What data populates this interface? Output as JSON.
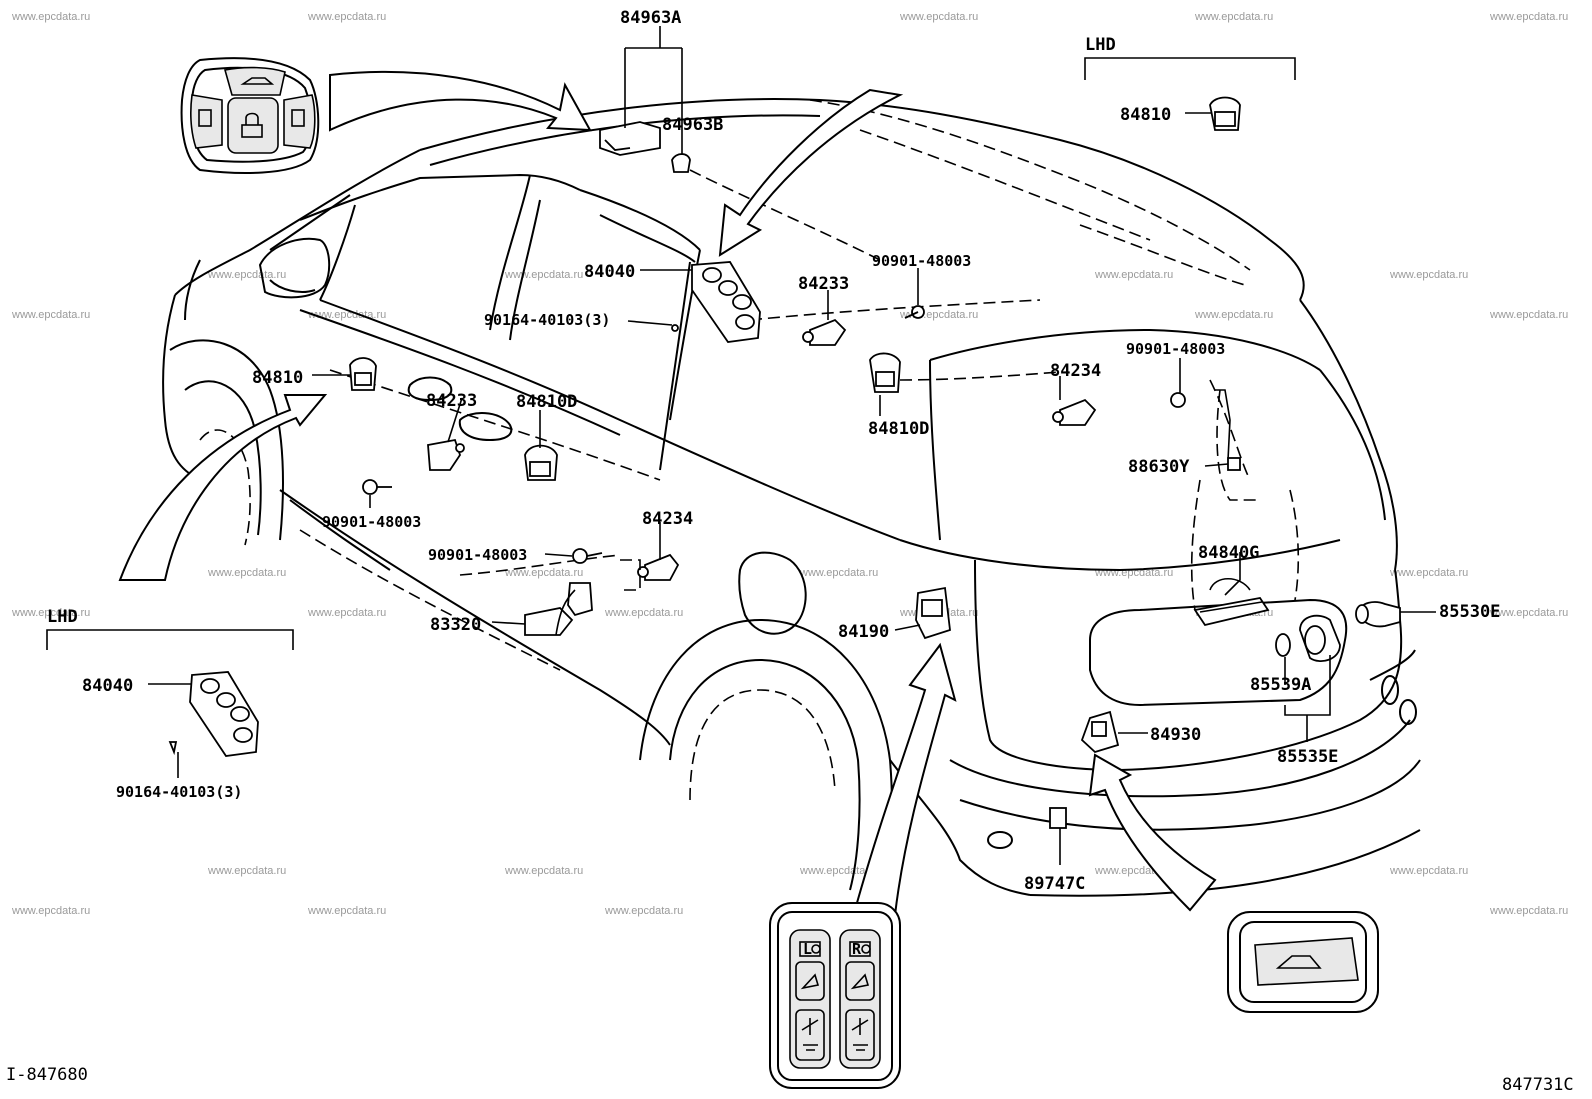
{
  "labels": {
    "p84963A": "84963A",
    "p84963B": "84963B",
    "lhd_top": "LHD",
    "p84810_top": "84810",
    "p84040_main": "84040",
    "p90164_main": "90164-40103(3)",
    "p84233_a": "84233",
    "p90901_a": "90901-48003",
    "p84810_left": "84810",
    "p84233_b": "84233",
    "p84810D_left": "84810D",
    "p84810D_right": "84810D",
    "p90901_b": "90901-48003",
    "p84234_right": "84234",
    "p88630Y": "88630Y",
    "p90901_c": "90901-48003",
    "p90901_d": "90901-48003",
    "p84234_mid": "84234",
    "p84840G": "84840G",
    "p83320": "83320",
    "p84190": "84190",
    "p85530E": "85530E",
    "p85539A": "85539A",
    "p84930": "84930",
    "p85535E": "85535E",
    "p89747C": "89747C",
    "lhd_bottom": "LHD",
    "p84040_lhd": "84040",
    "p90164_lhd": "90164-40103(3)",
    "switch_left": "L",
    "switch_right": "R"
  },
  "codes": {
    "illus_left": "I-847680",
    "illus_right": "847731C"
  },
  "watermark": "www.epcdata.ru"
}
